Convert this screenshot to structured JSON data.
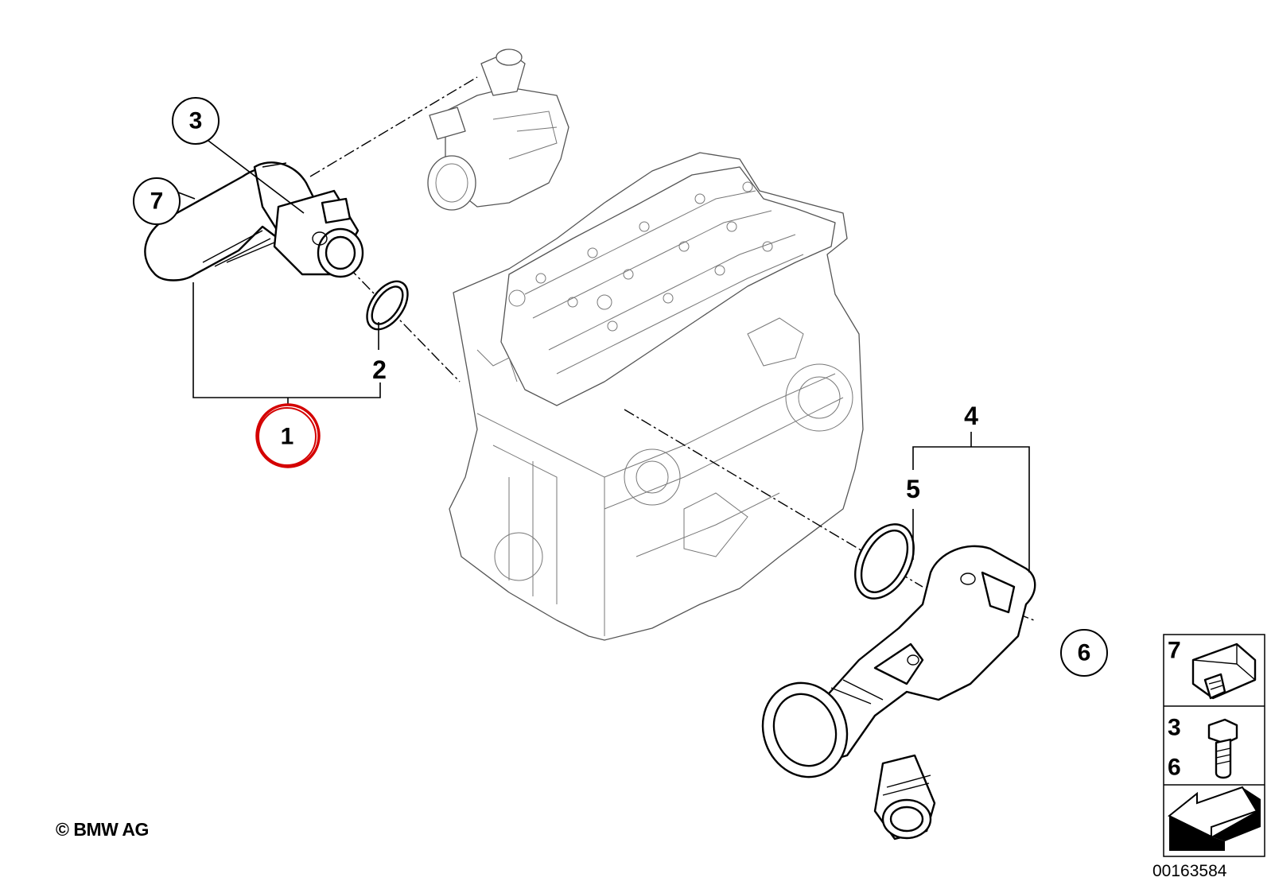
{
  "diagram": {
    "callouts": {
      "part_1": "1",
      "part_2": "2",
      "part_3": "3",
      "part_4": "4",
      "part_5": "5",
      "part_6": "6",
      "part_7": "7"
    },
    "highlight_color": "#d40000",
    "highlighted_callout": "1"
  },
  "legend": {
    "row_1_label": "7",
    "row_2_label_top": "3",
    "row_2_label_bottom": "6",
    "row_3_icon": "arrow-icon"
  },
  "footer": {
    "copyright": "© BMW AG",
    "diagram_number": "00163584"
  }
}
